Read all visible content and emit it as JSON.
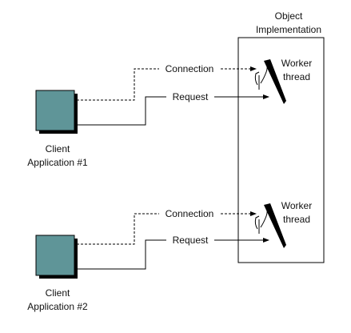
{
  "object_implementation": {
    "title_line1": "Object",
    "title_line2": "Implementation",
    "threads": [
      {
        "label_line1": "Worker",
        "label_line2": "thread"
      },
      {
        "label_line1": "Worker",
        "label_line2": "thread"
      }
    ]
  },
  "clients": [
    {
      "label_line1": "Client",
      "label_line2": "Application #1",
      "connection_label": "Connection",
      "request_label": "Request"
    },
    {
      "label_line1": "Client",
      "label_line2": "Application #2",
      "connection_label": "Connection",
      "request_label": "Request"
    }
  ],
  "colors": {
    "client_box": "#5f9598",
    "client_shadow": "#000000",
    "line": "#000000",
    "background": "#ffffff"
  }
}
